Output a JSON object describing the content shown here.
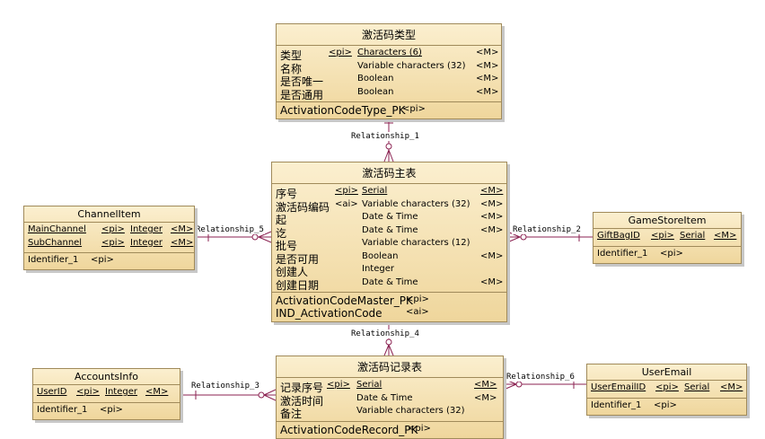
{
  "entities": {
    "type": {
      "title": "激活码类型",
      "attrs": [
        {
          "name": "类型",
          "key": "<pi>",
          "type": "Characters (6)",
          "mand": "<M>",
          "underline": true
        },
        {
          "name": "名称",
          "key": "",
          "type": "Variable characters (32)",
          "mand": "<M>",
          "underline": false
        },
        {
          "name": "是否唯一",
          "key": "",
          "type": "Boolean",
          "mand": "<M>",
          "underline": false
        },
        {
          "name": "是否通用",
          "key": "",
          "type": "Boolean",
          "mand": "<M>",
          "underline": false
        }
      ],
      "ids": [
        {
          "name": "ActivationCodeType_PK",
          "key": "<pi>"
        }
      ]
    },
    "master": {
      "title": "激活码主表",
      "attrs": [
        {
          "name": "序号",
          "key": "<pi>",
          "type": "Serial",
          "mand": "<M>",
          "underline": true
        },
        {
          "name": "激活码编码",
          "key": "<ai>",
          "type": "Variable characters (32)",
          "mand": "<M>",
          "underline": false
        },
        {
          "name": "起",
          "key": "",
          "type": "Date & Time",
          "mand": "<M>",
          "underline": false
        },
        {
          "name": "讫",
          "key": "",
          "type": "Date & Time",
          "mand": "<M>",
          "underline": false
        },
        {
          "name": "批号",
          "key": "",
          "type": "Variable characters (12)",
          "mand": "",
          "underline": false
        },
        {
          "name": "是否可用",
          "key": "",
          "type": "Boolean",
          "mand": "<M>",
          "underline": false
        },
        {
          "name": "创建人",
          "key": "",
          "type": "Integer",
          "mand": "",
          "underline": false
        },
        {
          "name": "创建日期",
          "key": "",
          "type": "Date & Time",
          "mand": "<M>",
          "underline": false
        }
      ],
      "ids": [
        {
          "name": "ActivationCodeMaster_PK",
          "key": "<pi>"
        },
        {
          "name": "IND_ActivationCode",
          "key": "<ai>"
        }
      ]
    },
    "record": {
      "title": "激活码记录表",
      "attrs": [
        {
          "name": "记录序号",
          "key": "<pi>",
          "type": "Serial",
          "mand": "<M>",
          "underline": true
        },
        {
          "name": "激活时间",
          "key": "",
          "type": "Date & Time",
          "mand": "<M>",
          "underline": false
        },
        {
          "name": "备注",
          "key": "",
          "type": "Variable characters (32)",
          "mand": "",
          "underline": false
        }
      ],
      "ids": [
        {
          "name": "ActivationCodeRecord_PK",
          "key": "<pi>"
        }
      ]
    },
    "channel": {
      "title": "ChannelItem",
      "attrs": [
        {
          "name": "MainChannel",
          "key": "<pi>",
          "type": "Integer",
          "mand": "<M>",
          "underline": true
        },
        {
          "name": "SubChannel",
          "key": "<pi>",
          "type": "Integer",
          "mand": "<M>",
          "underline": true
        }
      ],
      "ids": [
        {
          "name": "Identifier_1",
          "key": "<pi>"
        }
      ]
    },
    "store": {
      "title": "GameStoreItem",
      "attrs": [
        {
          "name": "GiftBagID",
          "key": "<pi>",
          "type": "Serial",
          "mand": "<M>",
          "underline": true
        }
      ],
      "ids": [
        {
          "name": "Identifier_1",
          "key": "<pi>"
        }
      ]
    },
    "accounts": {
      "title": "AccountsInfo",
      "attrs": [
        {
          "name": "UserID",
          "key": "<pi>",
          "type": "Integer",
          "mand": "<M>",
          "underline": true
        }
      ],
      "ids": [
        {
          "name": "Identifier_1",
          "key": "<pi>"
        }
      ]
    },
    "email": {
      "title": "UserEmail",
      "attrs": [
        {
          "name": "UserEmailID",
          "key": "<pi>",
          "type": "Serial",
          "mand": "<M>",
          "underline": true
        }
      ],
      "ids": [
        {
          "name": "Identifier_1",
          "key": "<pi>"
        }
      ]
    }
  },
  "relationships": [
    "Relationship_1",
    "Relationship_2",
    "Relationship_3",
    "Relationship_4",
    "Relationship_5",
    "Relationship_6"
  ],
  "colors": {
    "entity_fill": "#efd69c",
    "entity_border": "#a08a5a",
    "relationship_line": "#8b2252"
  }
}
